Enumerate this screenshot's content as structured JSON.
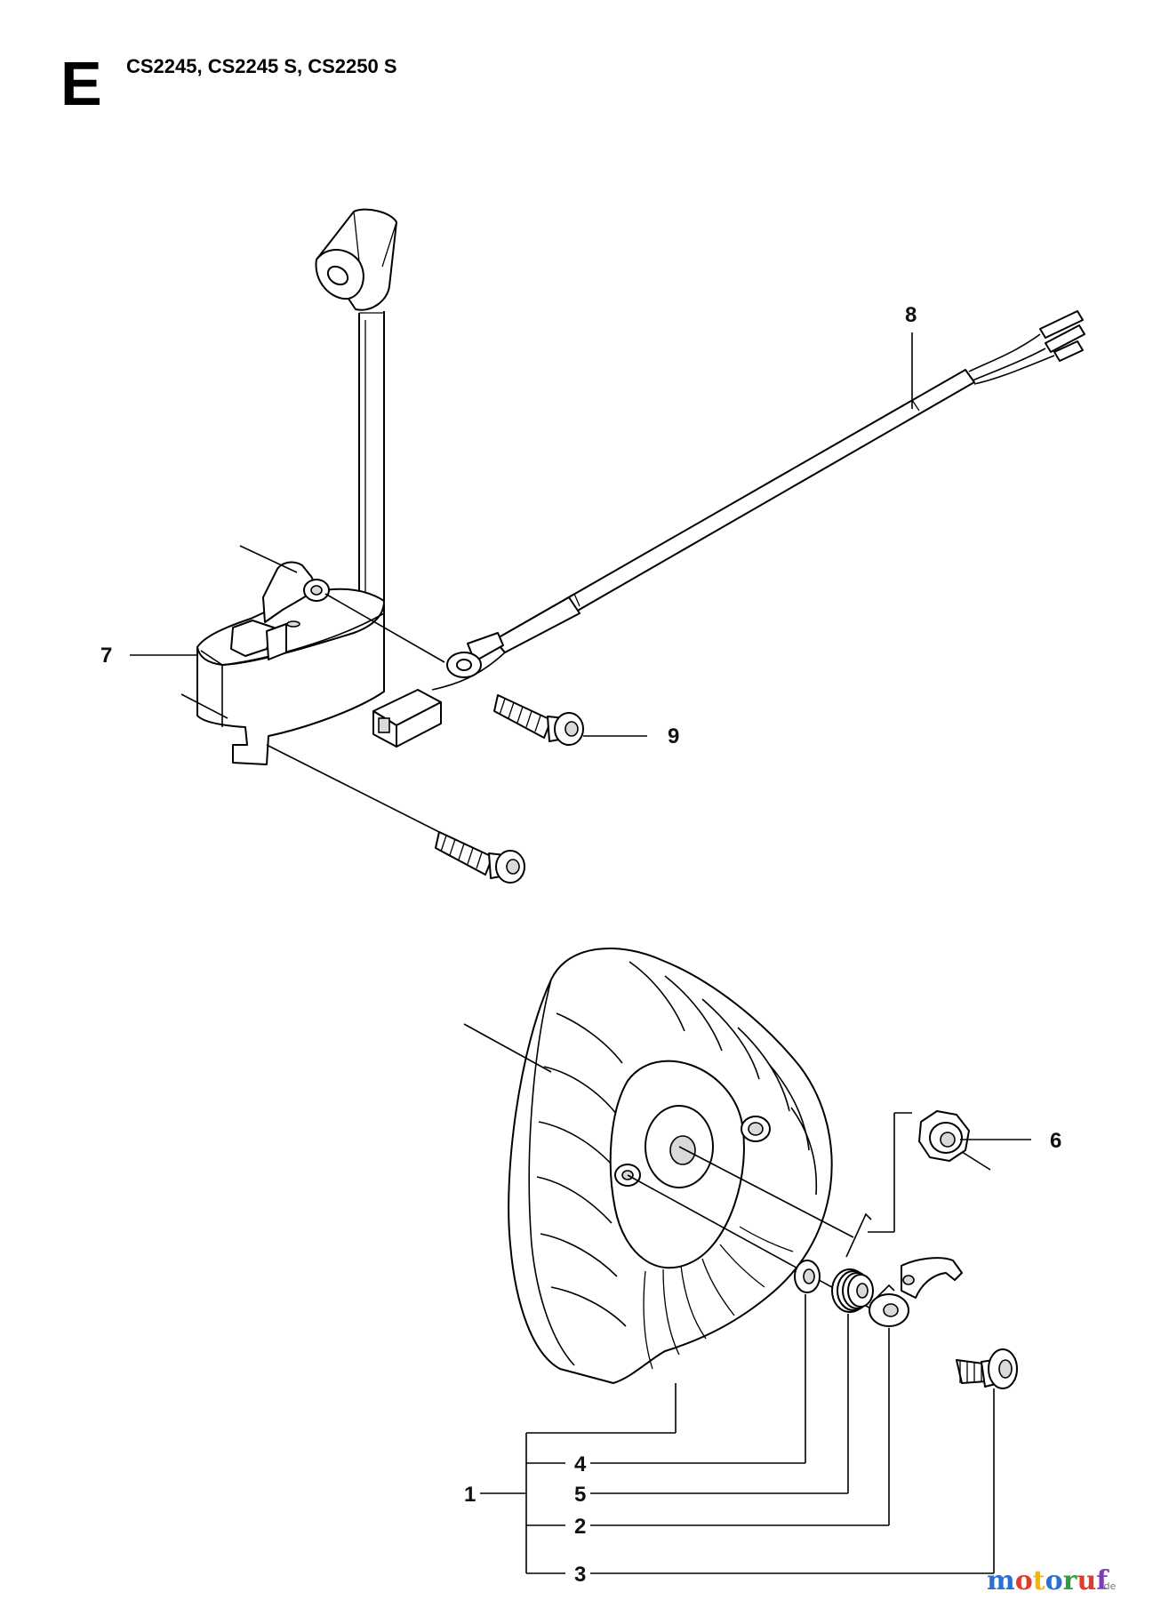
{
  "header": {
    "section_letter": "E",
    "models": "CS2245, CS2245 S, CS2250 S"
  },
  "callouts": {
    "c1": "1",
    "c2": "2",
    "c3": "3",
    "c4": "4",
    "c5": "5",
    "c6": "6",
    "c7": "7",
    "c8": "8",
    "c9": "9"
  },
  "watermark": {
    "brand": "motoruf",
    "suffix": ".de",
    "letter_colors": [
      "#2a6fd6",
      "#e23b2e",
      "#f2b705",
      "#2a6fd6",
      "#2e9e3f",
      "#e23b2e",
      "#7a3fb8"
    ]
  },
  "parts": {
    "p1": "flywheel",
    "p2": "washer",
    "p3": "screw",
    "p4": "washer",
    "p5": "spring",
    "p6": "nut",
    "p7": "ignition-module",
    "p8": "cable-harness",
    "p9": "screw"
  }
}
